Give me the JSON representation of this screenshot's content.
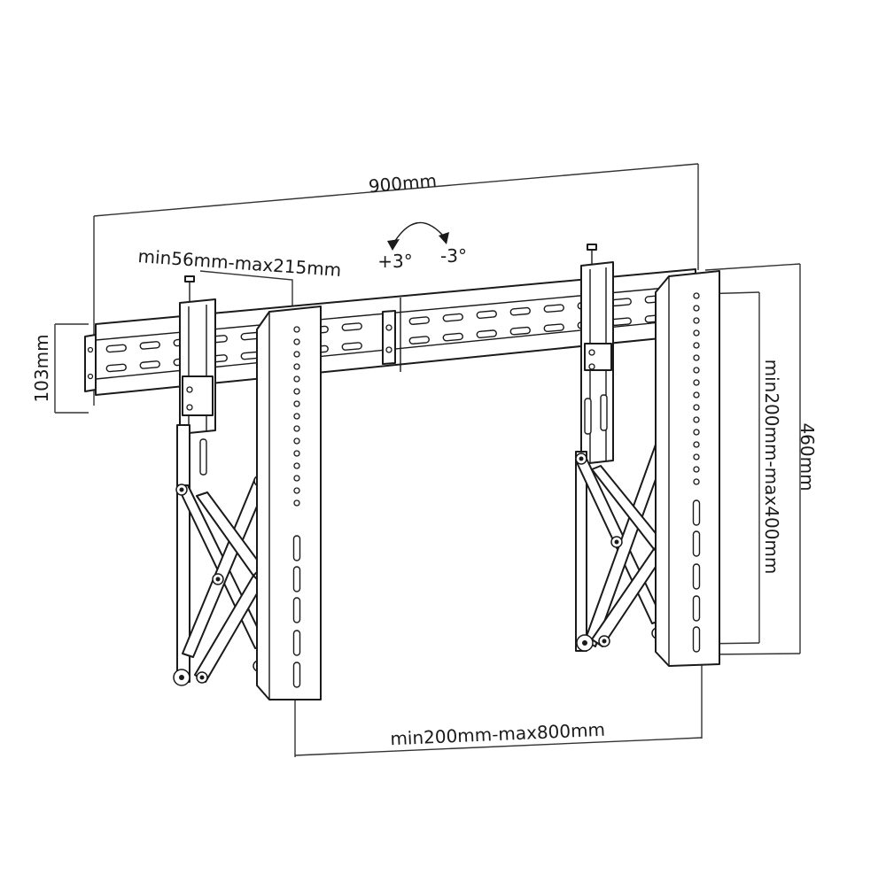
{
  "diagram": {
    "dimensions": {
      "overall_width": "900mm",
      "rail_height": "103mm",
      "bracket_depth": "min56mm-max215mm",
      "tilt_plus": "+3°",
      "tilt_minus": "-3°",
      "vertical_hole_spacing": "min200mm-max400mm",
      "bracket_height": "460mm",
      "horizontal_hole_spacing": "min200mm-max800mm"
    },
    "colors": {
      "line": "#1a1a1a",
      "background": "#ffffff"
    },
    "icons": [
      "tilt-arrow-icon"
    ]
  }
}
